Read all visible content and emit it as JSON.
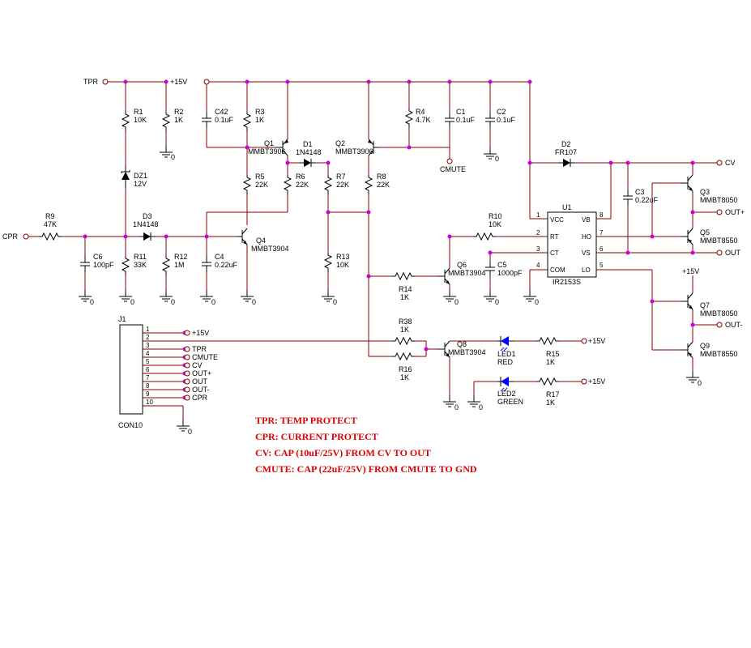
{
  "nets": {
    "tpr": "TPR",
    "p15v": "+15V",
    "cpr": "CPR",
    "cv": "CV",
    "cmute": "CMUTE",
    "out_plus": "OUT+",
    "out": "OUT",
    "out_minus": "OUT-",
    "p15v_q7": "+15V",
    "p15v_led1": "+15V",
    "p15v_led2": "+15V"
  },
  "components": {
    "r1": {
      "ref": "R1",
      "value": "10K"
    },
    "r2": {
      "ref": "R2",
      "value": "1K"
    },
    "c42": {
      "ref": "C42",
      "value": "0.1uF"
    },
    "r3": {
      "ref": "R3",
      "value": "1K"
    },
    "q1": {
      "ref": "Q1",
      "value": "MMBT3906"
    },
    "d1": {
      "ref": "D1",
      "value": "1N4148"
    },
    "q2": {
      "ref": "Q2",
      "value": "MMBT3906"
    },
    "r4": {
      "ref": "R4",
      "value": "4.7K"
    },
    "c1": {
      "ref": "C1",
      "value": "0.1uF"
    },
    "c2": {
      "ref": "C2",
      "value": "0.1uF"
    },
    "dz1": {
      "ref": "DZ1",
      "value": "12V"
    },
    "r5": {
      "ref": "R5",
      "value": "22K"
    },
    "r6": {
      "ref": "R6",
      "value": "22K"
    },
    "r7": {
      "ref": "R7",
      "value": "22K"
    },
    "r8": {
      "ref": "R8",
      "value": "22K"
    },
    "d2": {
      "ref": "D2",
      "value": "FR107"
    },
    "r9": {
      "ref": "R9",
      "value": "47K"
    },
    "d3": {
      "ref": "D3",
      "value": "1N4148"
    },
    "c6": {
      "ref": "C6",
      "value": "100pF"
    },
    "r11": {
      "ref": "R11",
      "value": "33K"
    },
    "r12": {
      "ref": "R12",
      "value": "1M"
    },
    "c4": {
      "ref": "C4",
      "value": "0.22uF"
    },
    "q4": {
      "ref": "Q4",
      "value": "MMBT3904"
    },
    "r13": {
      "ref": "R13",
      "value": "10K"
    },
    "r14": {
      "ref": "R14",
      "value": "1K"
    },
    "q6": {
      "ref": "Q6",
      "value": "MMBT3904"
    },
    "r10": {
      "ref": "R10",
      "value": "10K"
    },
    "c5": {
      "ref": "C5",
      "value": "1000pF"
    },
    "c3": {
      "ref": "C3",
      "value": "0.22uF"
    },
    "q3": {
      "ref": "Q3",
      "value": "MMBT8050"
    },
    "q5": {
      "ref": "Q5",
      "value": "MMBT8550"
    },
    "q7": {
      "ref": "Q7",
      "value": "MMBT8050"
    },
    "q9": {
      "ref": "Q9",
      "value": "MMBT8550"
    },
    "r38": {
      "ref": "R38",
      "value": "1K"
    },
    "r16": {
      "ref": "R16",
      "value": "1K"
    },
    "q8": {
      "ref": "Q8",
      "value": "MMBT3904"
    },
    "led1": {
      "ref": "LED1",
      "value": "RED"
    },
    "r15": {
      "ref": "R15",
      "value": "1K"
    },
    "led2": {
      "ref": "LED2",
      "value": "GREEN"
    },
    "r17": {
      "ref": "R17",
      "value": "1K"
    }
  },
  "ic": {
    "ref": "U1",
    "part": "IR2153S",
    "pins": {
      "vcc": "VCC",
      "rt": "RT",
      "ct": "CT",
      "com": "COM",
      "vb": "VB",
      "ho": "HO",
      "vs": "VS",
      "lo": "LO",
      "n1": "1",
      "n2": "2",
      "n3": "3",
      "n4": "4",
      "n5": "5",
      "n6": "6",
      "n7": "7",
      "n8": "8"
    }
  },
  "connector": {
    "ref": "J1",
    "part": "CON10",
    "pins": [
      {
        "num": "1",
        "net": "+15V"
      },
      {
        "num": "2",
        "net": ""
      },
      {
        "num": "3",
        "net": "TPR"
      },
      {
        "num": "4",
        "net": "CMUTE"
      },
      {
        "num": "5",
        "net": "CV"
      },
      {
        "num": "6",
        "net": "OUT+"
      },
      {
        "num": "7",
        "net": "OUT"
      },
      {
        "num": "8",
        "net": "OUT-"
      },
      {
        "num": "9",
        "net": "CPR"
      },
      {
        "num": "10",
        "net": ""
      }
    ]
  },
  "ground_label": "0",
  "notes": [
    "TPR: TEMP PROTECT",
    "CPR: CURRENT PROTECT",
    "CV: CAP (10uF/25V) FROM  CV TO OUT",
    "CMUTE: CAP (22uF/25V) FROM  CMUTE TO GND"
  ],
  "colors": {
    "wire": "#800000",
    "junction": "#d000d0",
    "note_text": "#e00000",
    "led": "#0000ff"
  }
}
